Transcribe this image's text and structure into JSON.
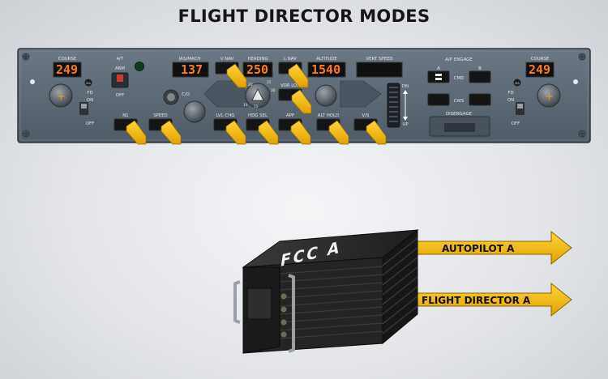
{
  "title": "FLIGHT DIRECTOR MODES",
  "mcp": {
    "course_left": {
      "label": "COURSE",
      "value": "249"
    },
    "course_right": {
      "label": "COURSE",
      "value": "249"
    },
    "at": {
      "label": "A/T",
      "arm": "ARM",
      "off": "OFF"
    },
    "ma": "MA",
    "fd_left": {
      "label": "FD",
      "on": "ON",
      "off": "OFF"
    },
    "fd_right": {
      "label": "FD",
      "on": "ON",
      "off": "OFF"
    },
    "ias_mach": {
      "label": "IAS/MACH",
      "value": "137"
    },
    "heading": {
      "label": "HEADING",
      "value": "250"
    },
    "altitude": {
      "label": "ALTITUDE",
      "value": "1540"
    },
    "vert_speed": {
      "label": "VERT SPEED",
      "value": ""
    },
    "co": "C/O",
    "bank": {
      "b10": "10",
      "b15": "15",
      "b20": "20",
      "b25": "25",
      "b30": "30"
    },
    "dn": "DN",
    "up": "UP",
    "ap_engage": {
      "label": "A/P ENGAGE",
      "a": "A",
      "b": "B",
      "cmd": "CMD",
      "cws": "CWS",
      "disengage": "DISENGAGE"
    },
    "buttons_top": {
      "vnav": "V NAV",
      "lnav": "L NAV",
      "vorloc": "VOR LOC"
    },
    "buttons_bottom": {
      "n1": "N1",
      "speed": "SPEED",
      "lvlchg": "LVL CHG",
      "hdgsel": "HDG SEL",
      "app": "APP",
      "althold": "ALT HOLD",
      "vs": "V/S"
    }
  },
  "fcc": {
    "label": "FCC A",
    "output_1": "AUTOPILOT A",
    "output_2": "FLIGHT DIRECTOR A"
  },
  "colors": {
    "panel": "#5b6875",
    "arrow": "#f4b400",
    "display": "#ff7a1a",
    "box": "#1c1c1c"
  }
}
